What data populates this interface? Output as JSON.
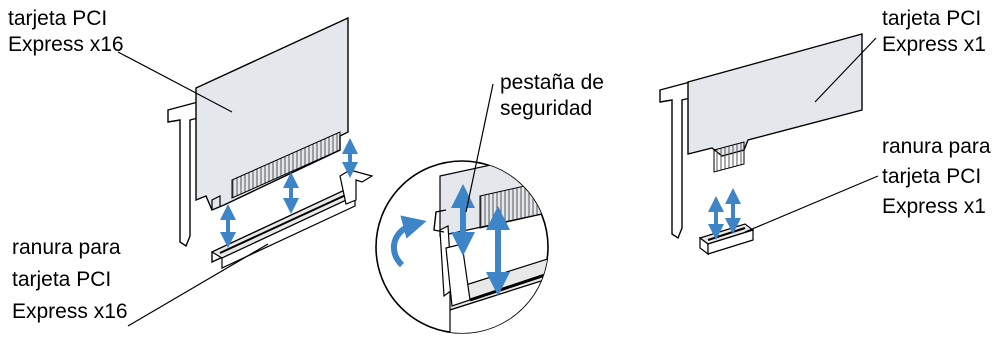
{
  "labels": {
    "card_x16": [
      "tarjeta PCI",
      "Express x16"
    ],
    "slot_x16": [
      "ranura para",
      "tarjeta PCI",
      "Express x16"
    ],
    "tab": [
      "pestaña de",
      "seguridad"
    ],
    "card_x1": [
      "tarjeta PCI",
      "Express x1"
    ],
    "slot_x1": [
      "ranura para",
      "tarjeta PCI",
      "Express x1"
    ]
  },
  "colors": {
    "card": "#e4e7ec",
    "arrow": "#3d85c6",
    "outline": "#000000"
  }
}
